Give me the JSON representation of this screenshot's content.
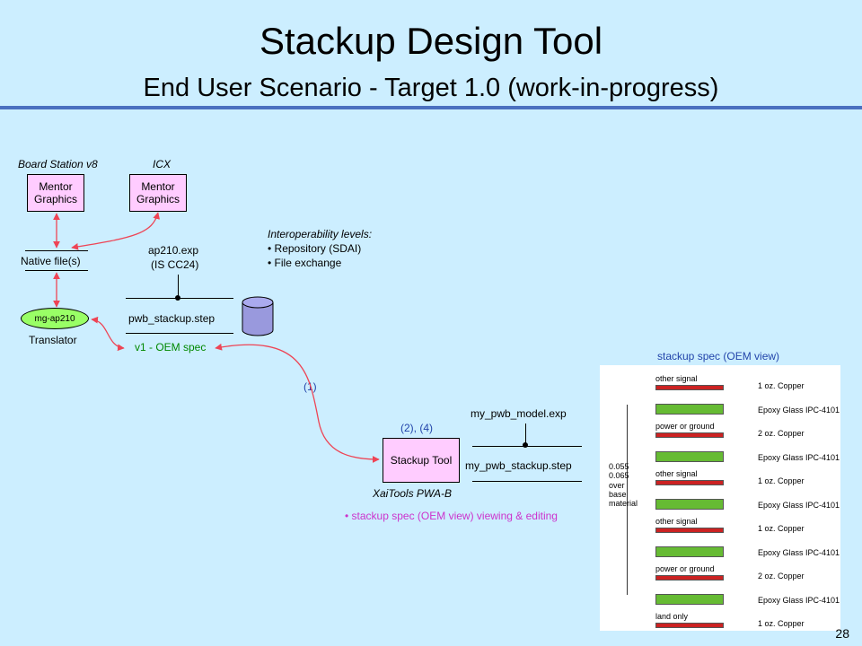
{
  "slide": {
    "title": "Stackup Design Tool",
    "subtitle": "End User Scenario - Target 1.0 (work-in-progress)",
    "page_number": "28"
  },
  "diagram": {
    "board_station_label": "Board Station v8",
    "icx_label": "ICX",
    "mentor_box_1": "Mentor Graphics",
    "mentor_box_2": "Mentor Graphics",
    "native_files": "Native file(s)",
    "translator_oval": "mg-ap210",
    "translator_label": "Translator",
    "ap210_line1": "ap210.exp",
    "ap210_line2": "(IS CC24)",
    "pwb_stackup_step": "pwb_stackup.step",
    "oem_spec": "v1 - OEM spec",
    "interop_title": "Interoperability levels:",
    "interop_items": [
      "• Repository (SDAI)",
      "• File exchange"
    ],
    "step_1": "(1)",
    "step_2_4": "(2),  (4)",
    "stackup_tool": "Stackup Tool",
    "xaitools_label": "XaiTools PWA-B",
    "my_model_exp": "my_pwb_model.exp",
    "my_stackup_step": "my_pwb_stackup.step",
    "viewing_editing": "• stackup spec (OEM view) viewing & editing",
    "spec_view_label": "stackup spec (OEM view)",
    "colors": {
      "box": "#ffccff",
      "oval": "#99ff66",
      "arrow": "#ee4455",
      "copper": "#cc2222",
      "epoxy": "#66bb33",
      "background": "#cceeff"
    }
  },
  "stackup_spec": {
    "dimension": [
      "0.055",
      "0.065",
      "over",
      "base",
      "material"
    ],
    "layers": [
      {
        "left": "other signal",
        "right": "1 oz. Copper",
        "kind": "copper"
      },
      {
        "left": "",
        "right": "Epoxy Glass IPC-4101",
        "kind": "epoxy"
      },
      {
        "left": "power or ground",
        "right": "2 oz. Copper",
        "kind": "copper"
      },
      {
        "left": "",
        "right": "Epoxy Glass IPC-4101",
        "kind": "epoxy"
      },
      {
        "left": "other signal",
        "right": "1 oz. Copper",
        "kind": "copper"
      },
      {
        "left": "",
        "right": "Epoxy Glass IPC-4101",
        "kind": "epoxy"
      },
      {
        "left": "other signal",
        "right": "1 oz. Copper",
        "kind": "copper"
      },
      {
        "left": "",
        "right": "Epoxy Glass IPC-4101",
        "kind": "epoxy"
      },
      {
        "left": "power or ground",
        "right": "2 oz. Copper",
        "kind": "copper"
      },
      {
        "left": "",
        "right": "Epoxy Glass IPC-4101",
        "kind": "epoxy"
      },
      {
        "left": "land only",
        "right": "1 oz. Copper",
        "kind": "copper"
      }
    ]
  }
}
